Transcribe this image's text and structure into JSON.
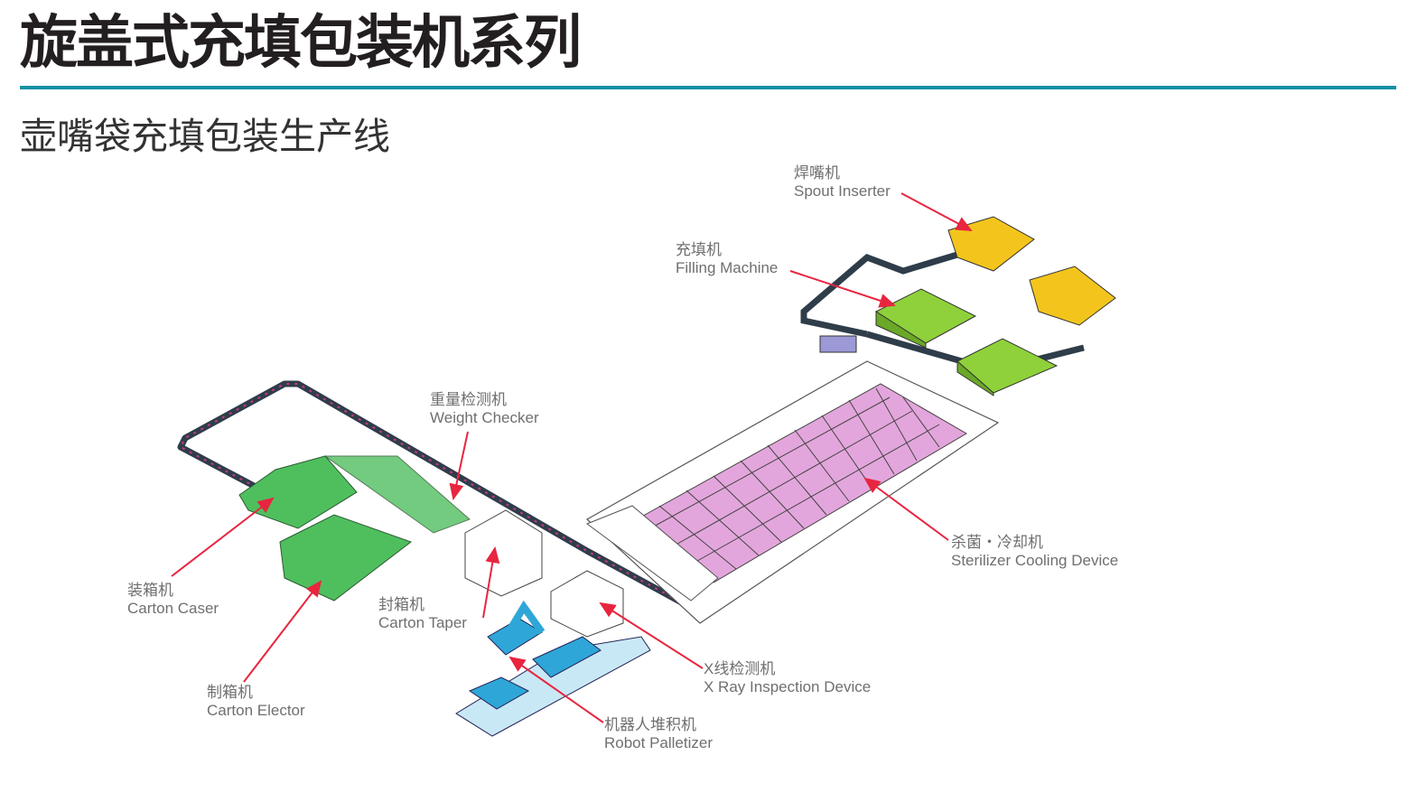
{
  "header": {
    "title": "旋盖式充填包装机系列",
    "subtitle": "壶嘴袋充填包装生产线",
    "accent_color": "#1591a6"
  },
  "diagram": {
    "labels": [
      {
        "id": "spout-inserter",
        "zh": "焊嘴机",
        "en": "Spout Inserter"
      },
      {
        "id": "filling-machine",
        "zh": "充填机",
        "en": "Filling Machine"
      },
      {
        "id": "weight-checker",
        "zh": "重量检测机",
        "en": "Weight Checker"
      },
      {
        "id": "sterilizer",
        "zh": "杀菌・冷却机",
        "en": "Sterilizer Cooling Device"
      },
      {
        "id": "carton-caser",
        "zh": "装箱机",
        "en": "Carton Caser"
      },
      {
        "id": "carton-taper",
        "zh": "封箱机",
        "en": "Carton Taper"
      },
      {
        "id": "carton-elector",
        "zh": "制箱机",
        "en": "Carton Elector"
      },
      {
        "id": "xray",
        "zh": "X线检测机",
        "en": "X Ray Inspection Device"
      },
      {
        "id": "robot-palletizer",
        "zh": "机器人堆积机",
        "en": "Robot Palletizer"
      }
    ],
    "colors": {
      "arrow": "#e8253f",
      "sterilizer": "#e3a6dc",
      "filling": "#8fd13a",
      "spout": "#f3c51c",
      "packing": "#4fbf5e",
      "robot": "#2fa6d8",
      "conveyor": "#2f3d4a"
    }
  }
}
